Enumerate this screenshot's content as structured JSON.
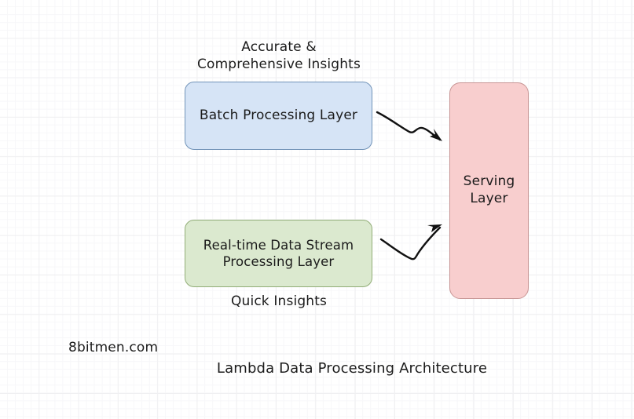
{
  "diagram": {
    "title": "Lambda Data Processing Architecture",
    "watermark": "8bitmen.com",
    "background": {
      "grid": "graph-paper",
      "grid_color": "#f0f0f2",
      "page_color": "#ffffff"
    },
    "nodes": [
      {
        "id": "batch",
        "label": "Batch Processing Layer",
        "fill": "#d6e4f6",
        "stroke": "#7193b8"
      },
      {
        "id": "stream",
        "label": "Real-time Data Stream\nProcessing Layer",
        "fill": "#dbe9cf",
        "stroke": "#91ad77"
      },
      {
        "id": "serving",
        "label": "Serving\nLayer",
        "fill": "#f8cece",
        "stroke": "#c89695"
      }
    ],
    "annotations": [
      {
        "id": "accurate",
        "text": "Accurate &\nComprehensive Insights",
        "attached_to": "batch"
      },
      {
        "id": "quick",
        "text": "Quick Insights",
        "attached_to": "stream"
      }
    ],
    "edges": [
      {
        "id": "batch-to-serving",
        "from": "batch",
        "to": "serving",
        "style": "hand-drawn-curve",
        "color": "#111111",
        "arrowhead": "filled"
      },
      {
        "id": "stream-to-serving",
        "from": "stream",
        "to": "serving",
        "style": "hand-drawn-curve",
        "color": "#111111",
        "arrowhead": "filled"
      }
    ]
  }
}
